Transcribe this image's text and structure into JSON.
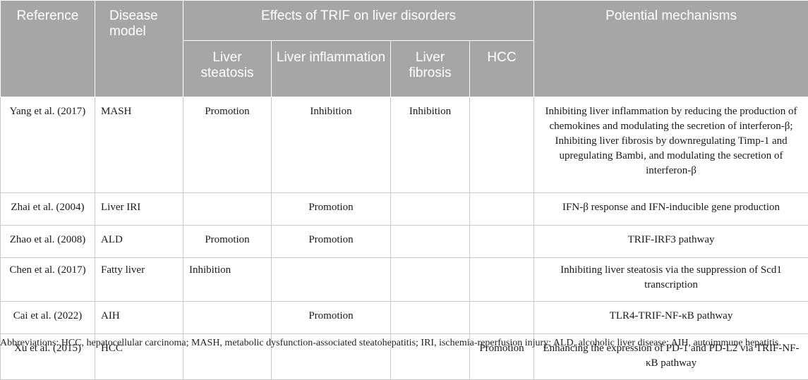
{
  "header": {
    "reference": "Reference",
    "disease_model": "Disease model",
    "effects": "Effects of TRIF on liver disorders",
    "mechanisms": "Potential mechanisms",
    "sub": [
      "Liver steatosis",
      "Liver inflammation",
      "Liver fibrosis",
      "HCC"
    ]
  },
  "rows": [
    {
      "reference": "Yang et al. (2017)",
      "model": "MASH",
      "steatosis": "Promotion",
      "inflammation": "Inhibition",
      "fibrosis": "Inhibition",
      "hcc": "",
      "mechanism": "Inhibiting liver inflammation by reducing the production of chemokines and modulating the secretion of interferon-β; Inhibiting liver fibrosis by downregulating Timp-1 and upregulating Bambi, and modulating the secretion of interferon-β"
    },
    {
      "reference": "Zhai et al. (2004)",
      "model": "Liver IRI",
      "steatosis": "",
      "inflammation": "Promotion",
      "fibrosis": "",
      "hcc": "",
      "mechanism": "IFN-β response and IFN-inducible gene production"
    },
    {
      "reference": "Zhao et al. (2008)",
      "model": "ALD",
      "steatosis": "Promotion",
      "inflammation": "Promotion",
      "fibrosis": "",
      "hcc": "",
      "mechanism": "TRIF-IRF3 pathway"
    },
    {
      "reference": "Chen et al. (2017)",
      "model": "Fatty liver",
      "steatosis": "Inhibition",
      "inflammation": "",
      "fibrosis": "",
      "hcc": "",
      "mechanism": "Inhibiting liver steatosis via the suppression of Scd1 transcription"
    },
    {
      "reference": "Cai et al. (2022)",
      "model": "AIH",
      "steatosis": "",
      "inflammation": "Promotion",
      "fibrosis": "",
      "hcc": "",
      "mechanism": "TLR4-TRIF-NF-κB pathway"
    },
    {
      "reference": "Xu et al. (2015)",
      "model": "HCC",
      "steatosis": "",
      "inflammation": "",
      "fibrosis": "",
      "hcc": "Promotion",
      "mechanism": "Enhancing the expression of PD-1 and PD-L2 via TRIF-NF-κB pathway"
    }
  ],
  "footnote": "Abbreviations: HCC, hepatocellular carcinoma; MASH, metabolic dysfunction-associated steatohepatitis; IRI, ischemia-reperfusion injury; ALD, alcoholic liver disease; AIH, autoimmune hepatitis."
}
